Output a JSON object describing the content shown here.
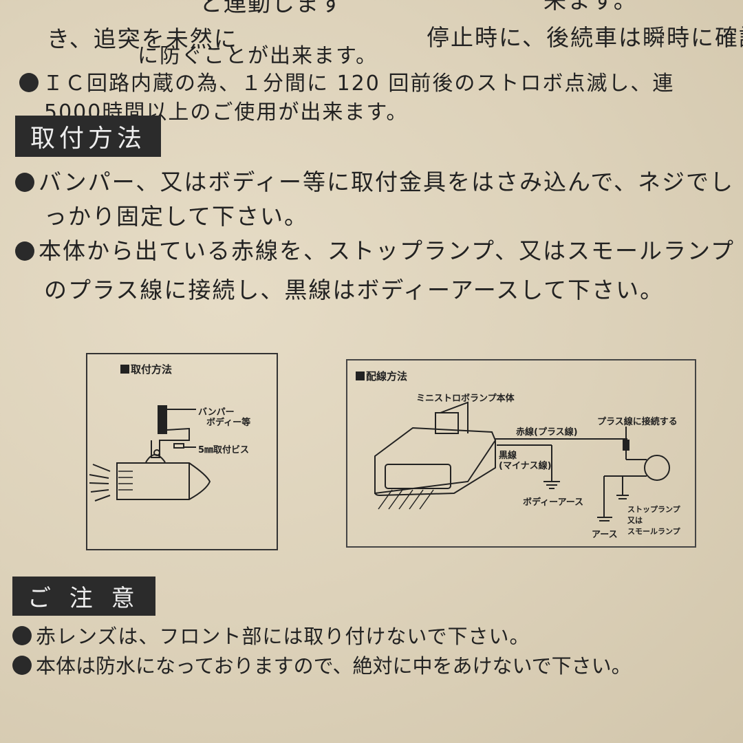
{
  "intro": {
    "line0_a": "と連動します",
    "line0_b": "来ます。",
    "line1_a": "き、追突を未然に",
    "line1_b": "停止時に、後続車は瞬時に確認",
    "line2_mid": "に防ぐことが出来ます。",
    "line3": "ＩＣ回路内蔵の為、１分間に 120 回前後のストロボ点滅し、連",
    "line4": "5000時間以上のご使用が出来ます。"
  },
  "install": {
    "heading": "取付方法",
    "items": [
      {
        "line1": "バンパー、又はボディー等に取付金具をはさみ込んで、ネジでし",
        "line2": "っかり固定して下さい。"
      },
      {
        "line1": "本体から出ている赤線を、ストップランプ、又はスモールランプ",
        "line2": "のプラス線に接続し、黒線はボディーアースして下さい。"
      }
    ]
  },
  "diagram_mount": {
    "title": "取付方法",
    "label_bumper": "バンパー",
    "label_body": "ボディー等",
    "label_screw": "5㎜取付ビス"
  },
  "diagram_wiring": {
    "title": "配線方法",
    "label_unit": "ミニストロボランプ本体",
    "label_red": "赤線(プラス線)",
    "label_black1": "黒線",
    "label_black2": "(マイナス線)",
    "label_body_earth": "ボディーアース",
    "label_connect": "プラス線に接続する",
    "label_lamp1": "ストップランプ",
    "label_lamp2": "又は",
    "label_lamp3": "スモールランプ",
    "label_earth": "アース"
  },
  "caution": {
    "heading": "ご 注 意",
    "items": [
      "赤レンズは、フロント部には取り付けないで下さい。",
      "本体は防水になっておりますので、絶対に中をあけないで下さい。"
    ]
  }
}
